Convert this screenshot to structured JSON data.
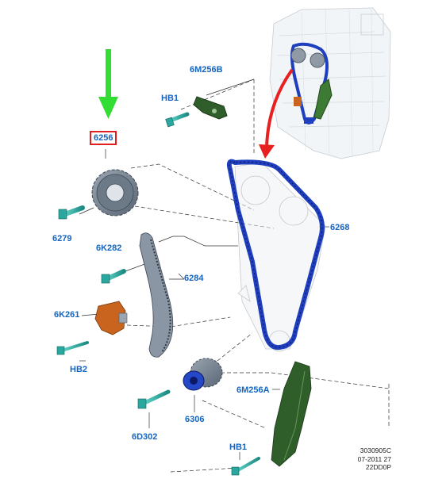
{
  "labels": {
    "p6256": "6256",
    "p6279": "6279",
    "p6M256B": "6M256B",
    "hb1_top": "HB1",
    "p6K282": "6K282",
    "p6284": "6284",
    "p6K261": "6K261",
    "hb2": "HB2",
    "p6268": "6268",
    "p6M256A": "6M256A",
    "p6306": "6306",
    "p6D302": "6D302",
    "hb1_bottom": "HB1"
  },
  "reference": {
    "line1": "3030905C",
    "line2": "07-2011 27",
    "line3": "22DD0P"
  },
  "colors": {
    "label": "#1565c0",
    "highlight_box": "#e02020",
    "green_arrow": "#33dd33",
    "red_arrow": "#e82020",
    "chain": "#1f3fbf",
    "guide_green": "#2f5e2a",
    "tensioner_orange": "#c8641e",
    "sprocket": "#6c7a88",
    "bolt": "#2aa8a0"
  }
}
